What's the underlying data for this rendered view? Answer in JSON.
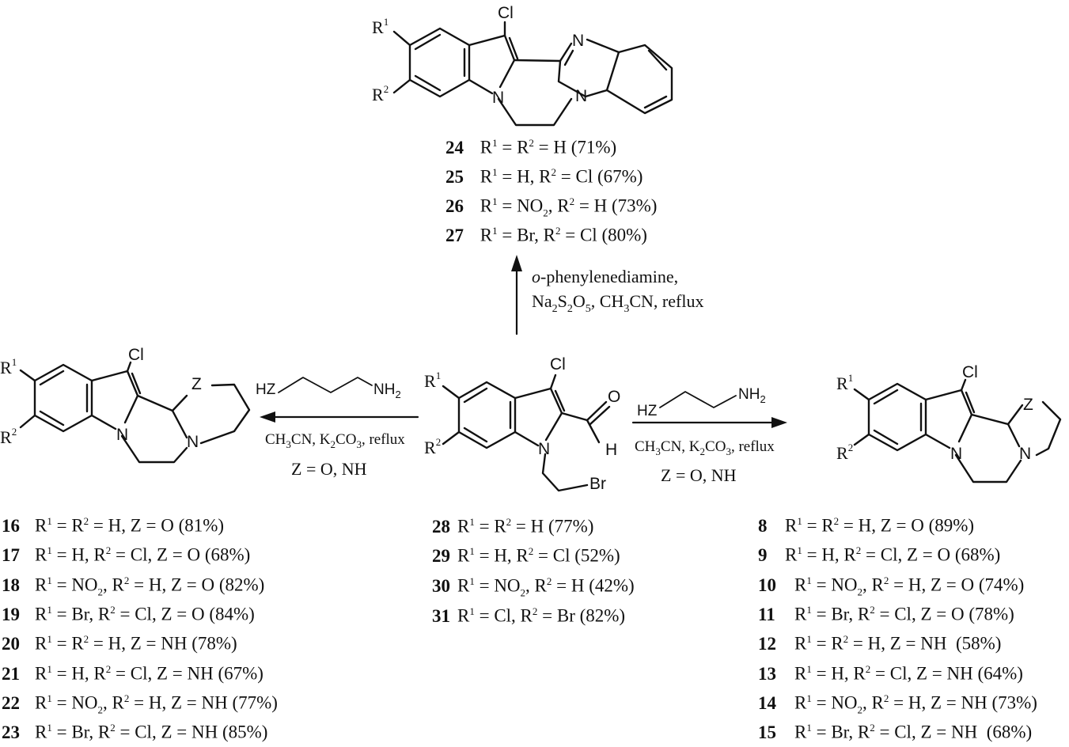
{
  "diagram": {
    "type": "reaction_scheme",
    "atoms": {
      "chloro": "Cl",
      "nitrogen": "N",
      "bromo": "Br",
      "hydrogen": "H",
      "oxygen": "O",
      "z": "Z",
      "r1": "R",
      "r1_sup": "1",
      "r2": "R",
      "r2_sup": "2",
      "hz": "HZ",
      "nh2": "NH",
      "nh2_sub": "2"
    },
    "reaction_top": {
      "reagent_line1_italic": "o",
      "reagent_line1_rest": "-phenylenediamine,",
      "reagent_line2": "Na2S2O5, CH3CN, reflux"
    },
    "reaction_left": {
      "conditions": "CH3CN, K2CO3, reflux",
      "z_values": "Z = O, NH"
    },
    "reaction_right": {
      "conditions": "CH3CN, K2CO3, reflux",
      "z_values": "Z = O, NH"
    },
    "compounds_top": [
      {
        "id": "24",
        "desc": "R1 = R2 = H (71%)"
      },
      {
        "id": "25",
        "desc": "R1 = H, R2 = Cl (67%)"
      },
      {
        "id": "26",
        "desc": "R1 = NO2, R2 = H (73%)"
      },
      {
        "id": "27",
        "desc": "R1 = Br, R2 = Cl (80%)"
      }
    ],
    "compounds_center": [
      {
        "id": "28",
        "desc": "R1 = R2 = H (77%)"
      },
      {
        "id": "29",
        "desc": "R1 = H, R2 = Cl (52%)"
      },
      {
        "id": "30",
        "desc": "R1 = NO2, R2 = H (42%)"
      },
      {
        "id": "31",
        "desc": "R1 = Cl, R2 = Br (82%)"
      }
    ],
    "compounds_left": [
      {
        "id": "16",
        "desc": "R1 = R2 = H, Z = O (81%)"
      },
      {
        "id": "17",
        "desc": "R1 = H, R2 = Cl, Z = O (68%)"
      },
      {
        "id": "18",
        "desc": "R1 = NO2, R2 = H, Z = O (82%)"
      },
      {
        "id": "19",
        "desc": "R1 = Br, R2 = Cl, Z = O (84%)"
      },
      {
        "id": "20",
        "desc": "R1 = R2 = H, Z = NH (78%)"
      },
      {
        "id": "21",
        "desc": "R1 = H, R2 = Cl, Z = NH (67%)"
      },
      {
        "id": "22",
        "desc": "R1 = NO2, R2 = H, Z = NH (77%)"
      },
      {
        "id": "23",
        "desc": "R1 = Br, R2 = Cl, Z = NH (85%)"
      }
    ],
    "compounds_right": [
      {
        "id": "8",
        "desc": "R1 = R2 = H, Z = O (89%)"
      },
      {
        "id": "9",
        "desc": "R1 = H, R2 = Cl, Z = O (68%)"
      },
      {
        "id": "10",
        "desc": "R1 = NO2, R2 = H, Z = O (74%)"
      },
      {
        "id": "11",
        "desc": "R1 = Br, R2 = Cl, Z = O (78%)"
      },
      {
        "id": "12",
        "desc": "R1 = R2 = H, Z = NH (58%)"
      },
      {
        "id": "13",
        "desc": "R1 = H, R2 = Cl, Z = NH (64%)"
      },
      {
        "id": "14",
        "desc": "R1 = NO2, R2 = H, Z = NH (73%)"
      },
      {
        "id": "15",
        "desc": "R1 = Br, R2 = Cl, Z = NH (68%)"
      }
    ]
  }
}
